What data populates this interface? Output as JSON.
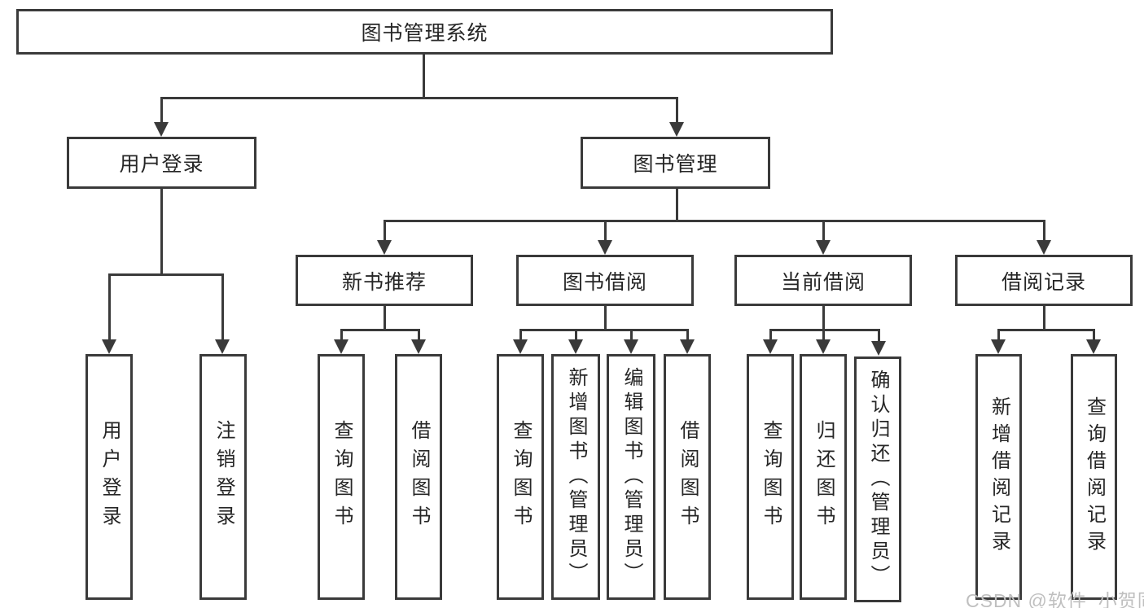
{
  "diagram_type": "hierarchy-tree",
  "watermark": "CSDN @软件_小贺同学",
  "colors": {
    "line": "#3a3a3a",
    "text": "#262626",
    "watermark": "#bfbfbf",
    "background": "#ffffff"
  },
  "tree": {
    "root": {
      "label": "图书管理系统"
    },
    "branches": [
      {
        "label": "用户登录",
        "children": [
          {
            "label": "用户登录"
          },
          {
            "label": "注销登录"
          }
        ]
      },
      {
        "label": "图书管理",
        "children": [
          {
            "label": "新书推荐",
            "children": [
              {
                "label": "查询图书"
              },
              {
                "label": "借阅图书"
              }
            ]
          },
          {
            "label": "图书借阅",
            "children": [
              {
                "label": "查询图书"
              },
              {
                "label": "新增图书（管理员）"
              },
              {
                "label": "编辑图书（管理员）"
              },
              {
                "label": "借阅图书"
              }
            ]
          },
          {
            "label": "当前借阅",
            "children": [
              {
                "label": "查询图书"
              },
              {
                "label": "归还图书"
              },
              {
                "label": "确认归还（管理员）"
              }
            ]
          },
          {
            "label": "借阅记录",
            "children": [
              {
                "label": "新增借阅记录"
              },
              {
                "label": "查询借阅记录"
              }
            ]
          }
        ]
      }
    ]
  }
}
